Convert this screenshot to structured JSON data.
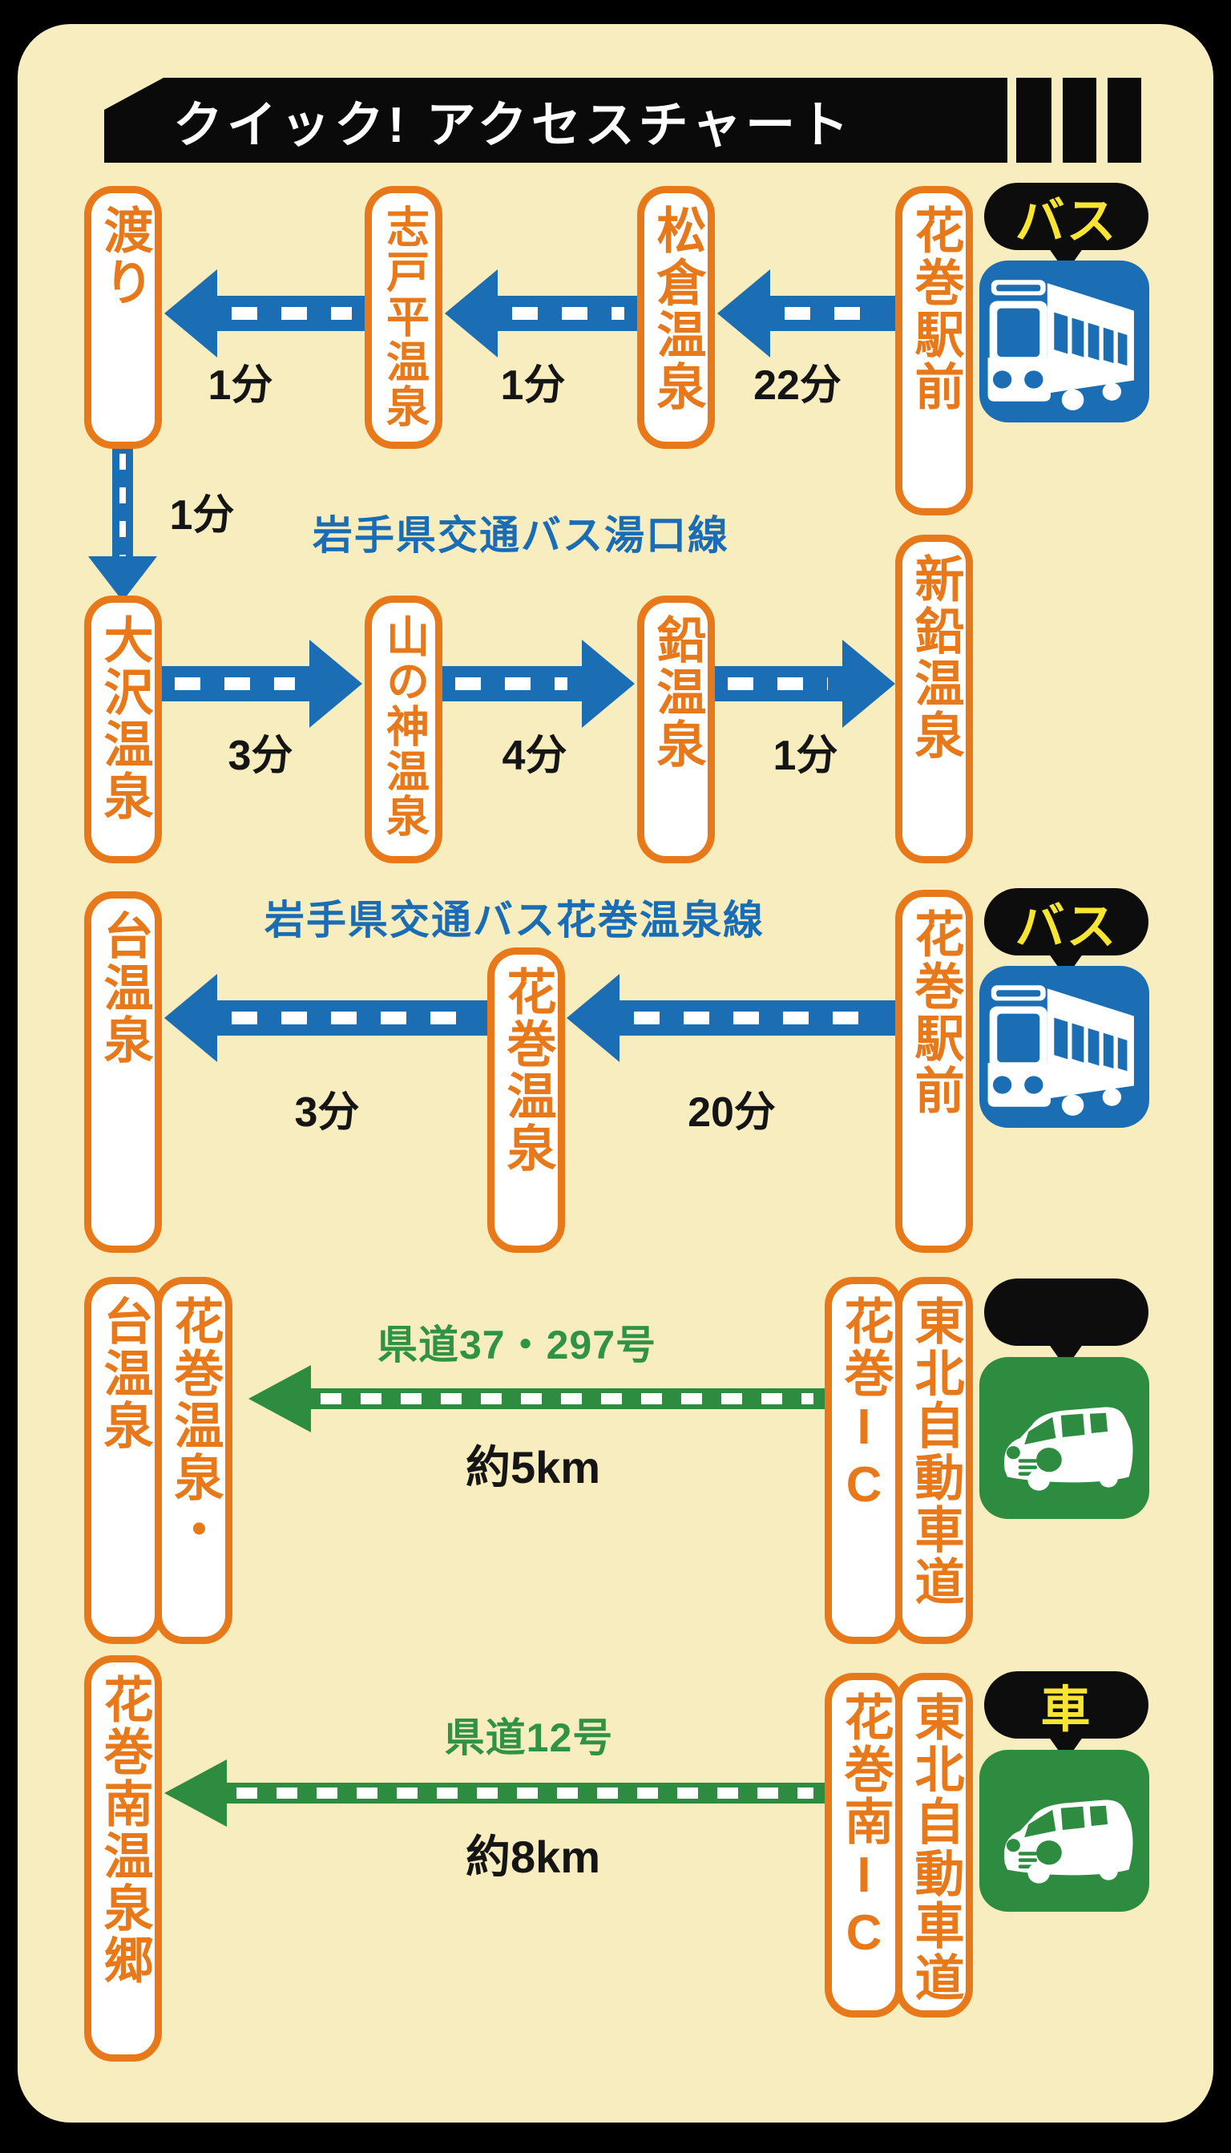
{
  "header": {
    "title": "クイック! アクセスチャート"
  },
  "legend": {
    "bus": "バス",
    "car": "車"
  },
  "colors": {
    "accent_orange": "#E8791B",
    "bus_blue": "#1C6EB4",
    "car_green": "#2E8C40",
    "background_cream": "#F8EDBE",
    "bubble_text_yellow": "#F7E433"
  },
  "line1": {
    "name": "岩手県交通バス湯口線",
    "row1": {
      "nodes": [
        "花巻駅前",
        "松倉温泉",
        "志戸平温泉",
        "渡り"
      ],
      "durations": [
        "22分",
        "1分",
        "1分"
      ]
    },
    "link": {
      "duration": "1分"
    },
    "row2": {
      "nodes": [
        "大沢温泉",
        "山の神温泉",
        "鉛温泉",
        "新鉛温泉"
      ],
      "durations": [
        "3分",
        "4分",
        "1分"
      ]
    }
  },
  "line2": {
    "name": "岩手県交通バス花巻温泉線",
    "nodes": [
      "花巻駅前",
      "花巻温泉",
      "台温泉"
    ],
    "durations": [
      "20分",
      "3分"
    ]
  },
  "car_route1": {
    "bubble": "",
    "from": [
      "東北自動車道",
      "花巻IC"
    ],
    "road": "県道37・297号",
    "distance": "約5km",
    "to": [
      "花巻温泉・",
      "台温泉"
    ]
  },
  "car_route2": {
    "from": [
      "東北自動車道",
      "花巻南IC"
    ],
    "road": "県道12号",
    "distance": "約8km",
    "to": "花巻南温泉郷"
  }
}
